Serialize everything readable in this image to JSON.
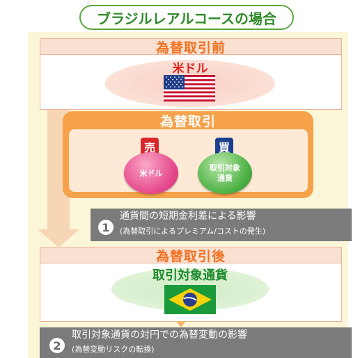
{
  "title": "ブラジルレアルコースの場合",
  "before": {
    "header": "為替取引前",
    "currency_label": "米ドル",
    "flag": "us-flag-icon"
  },
  "exchange": {
    "title": "為替取引",
    "sell": {
      "badge": "売",
      "ball_text": "米ドル"
    },
    "buy": {
      "badge": "買",
      "ball_text_line1": "取引対象",
      "ball_text_line2": "通貨"
    }
  },
  "note1": {
    "number": "1",
    "main": "通貨間の短期金利差による影響",
    "sub": "(為替取引によるプレミアム/コストの発生)"
  },
  "after": {
    "header": "為替取引後",
    "currency_label": "取引対象通貨",
    "flag": "brazil-flag-icon"
  },
  "note2": {
    "number": "2",
    "main": "取引対象通貨の対円での為替変動の影響",
    "sub": "(為替変動リスクの転換)"
  },
  "colors": {
    "accent_orange": "#f36f1f",
    "green": "#2f8a2a",
    "red": "#e2201c",
    "note_gray": "#7b7b7b",
    "panel_bg": "#fcf6d8"
  }
}
